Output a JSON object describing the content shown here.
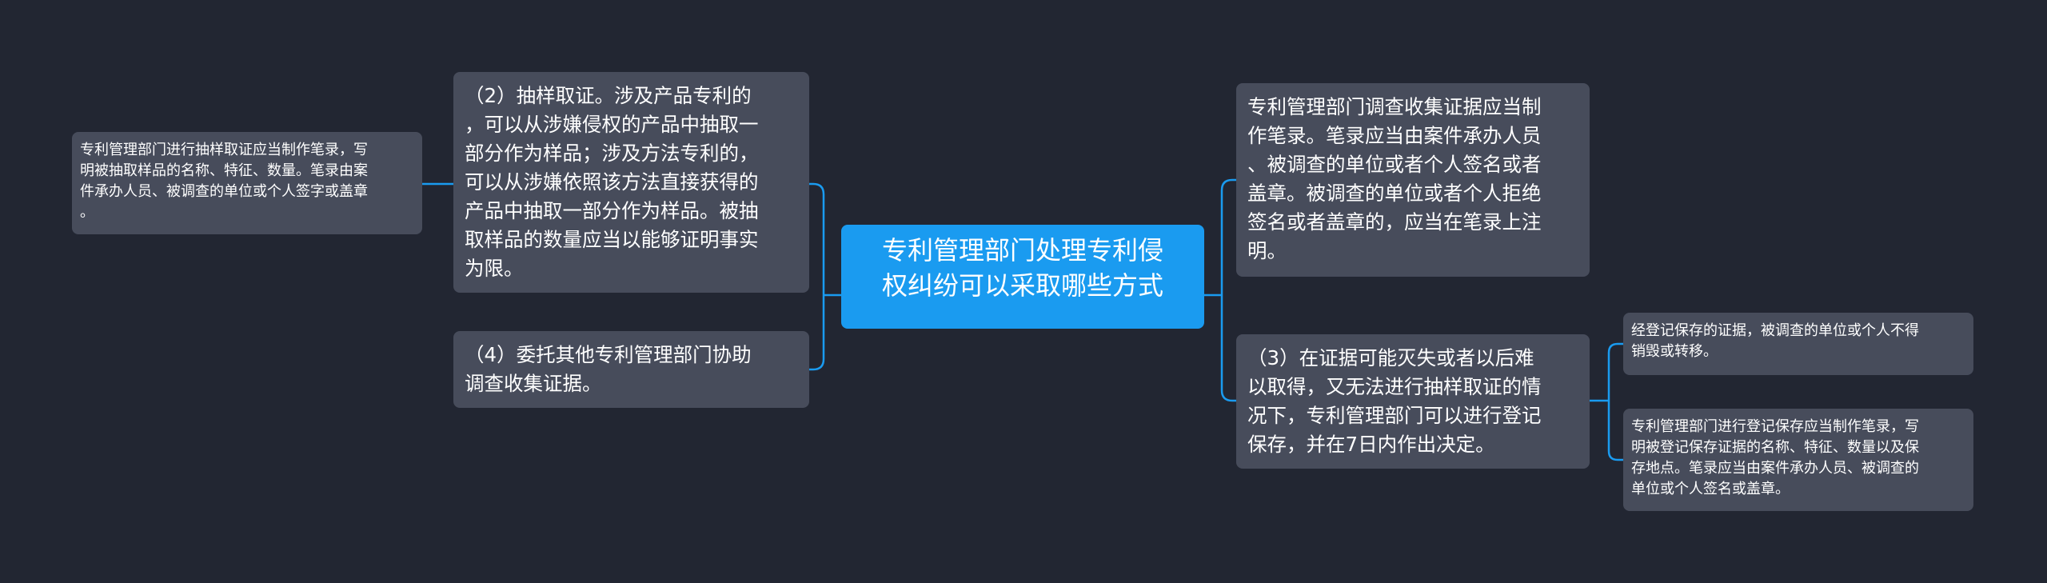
{
  "root": {
    "text": "专利管理部门处理专利侵\n权纠纷可以采取哪些方式"
  },
  "left": [
    {
      "text": "（2）抽样取证。涉及产品专利的\n，可以从涉嫌侵权的产品中抽取一\n部分作为样品；涉及方法专利的，\n可以从涉嫌依照该方法直接获得的\n产品中抽取一部分作为样品。被抽\n取样品的数量应当以能够证明事实\n为限。",
      "children": [
        {
          "text": "专利管理部门进行抽样取证应当制作笔录，写\n明被抽取样品的名称、特征、数量。笔录由案\n件承办人员、被调查的单位或个人签字或盖章\n。"
        }
      ]
    },
    {
      "text": "（4）委托其他专利管理部门协助\n调查收集证据。",
      "children": []
    }
  ],
  "right": [
    {
      "text": "专利管理部门调查收集证据应当制\n作笔录。笔录应当由案件承办人员\n、被调查的单位或者个人签名或者\n盖章。被调查的单位或者个人拒绝\n签名或者盖章的，应当在笔录上注\n明。",
      "children": []
    },
    {
      "text": "（3）在证据可能灭失或者以后难\n以取得，又无法进行抽样取证的情\n况下，专利管理部门可以进行登记\n保存，并在7日内作出决定。",
      "children": [
        {
          "text": "经登记保存的证据，被调查的单位或个人不得\n销毁或转移。"
        },
        {
          "text": "专利管理部门进行登记保存应当制作笔录，写\n明被登记保存证据的名称、特征、数量以及保\n存地点。笔录应当由案件承办人员、被调查的\n单位或个人签名或盖章。"
        }
      ]
    }
  ],
  "colors": {
    "background": "#222632",
    "root": "#1a9bf0",
    "node": "#474c5b",
    "link": "#1a9bf0",
    "text": "#ffffff"
  }
}
